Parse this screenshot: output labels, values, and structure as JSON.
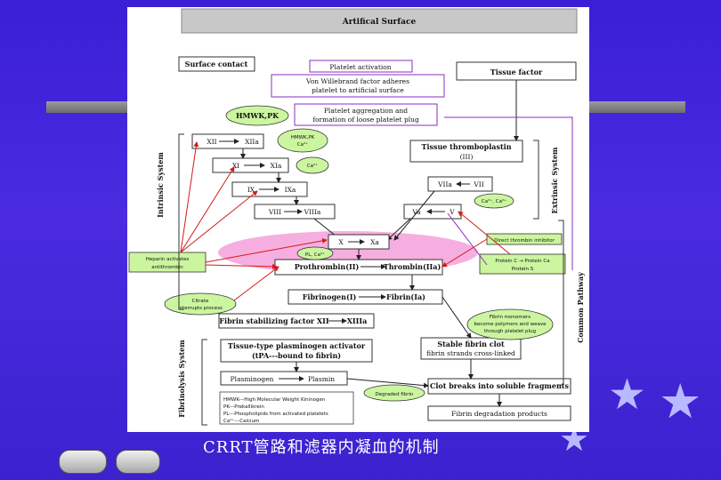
{
  "caption": "CRRT管路和滤器内凝血的机制",
  "diagram": {
    "title": "Artifical Surface",
    "surface_contact": "Surface contact",
    "platelet_activation": "Platelet activation",
    "vwf_1": "Von Willebrand factor adheres",
    "vwf_2": "platelet to artificial surface",
    "agg_1": "Platelet aggregation and",
    "agg_2": "formation of loose platelet plug",
    "tissue_factor": "Tissue factor",
    "hmwk_pk": "HMWK,PK",
    "hmwk_ca_1": "HMWK,PK",
    "hmwk_ca_2": "Ca²⁺",
    "ca_1": "Ca²⁺",
    "xii": "XII",
    "xiia": "XIIa",
    "xi": "XI",
    "xia": "XIa",
    "ix": "IX",
    "ixa": "IXa",
    "viii": "VIII",
    "viiia": "VIIIa",
    "tissue_thromboplastin_1": "Tissue thromboplastin",
    "tissue_thromboplastin_2": "(III)",
    "viia": "VIIa",
    "vii": "VII",
    "ca_ext": "Ca²⁺, Ca²⁺",
    "va": "Va",
    "v": "V",
    "x": "X",
    "xa": "Xa",
    "pl_ca": "PL, Ca²⁺",
    "prothrombin": "Prothrombin(II)",
    "thrombin": "Thrombin(IIa)",
    "fibrinogen": "Fibrinogen(I)",
    "fibrin": "Fibrin(Ia)",
    "fsf": "Fibrin stabilizing factor XII",
    "xiiia": "XIIIa",
    "tpa_1": "Tissue-type plasminogen activator",
    "tpa_2": "(tPA---bound to fibrin)",
    "plasminogen": "Plasminogen",
    "plasmin": "Plasmin",
    "stable_1": "Stable fibrin clot",
    "stable_2": "fibrin strands cross-linked",
    "degraded_fibrin": "Degraded fibrin",
    "clot_breaks": "Clot breaks into soluble fragments",
    "fdp": "Fibrin degradation products",
    "heparin_1": "Heparin activates",
    "heparin_2": "antithrombin",
    "citrate_1": "Citrate",
    "citrate_2": "interrupts process",
    "protein_c_1": "Protein C → Protein Ca",
    "protein_c_2": "Protein S",
    "trans_1": "Fibrin monomers",
    "trans_2": "become polymers and weave",
    "trans_3": "through platelet plug",
    "thrombin_inhib": "Direct thrombin inhibitor",
    "legend_1": "HMWK---High Molecular Weight Kininogen",
    "legend_2": "PK---Prekallikrein",
    "legend_3": "PL---Phospholipids from activated platelets",
    "legend_4": "Ca²⁺---Calcium",
    "intrinsic": "Intrinsic System",
    "extrinsic": "Extrinsic System",
    "common": "Common Pathway",
    "fibrinolysis": "Fibrinolysis System"
  },
  "colors": {
    "background": "#3a1fd6",
    "accent_red": "#d21a1a",
    "accent_purple": "#8a2fbf",
    "highlight_pink": "#f08fd0",
    "bubble_green": "#ccf5a0"
  },
  "icons": [
    "star-icon",
    "star-icon",
    "star-icon"
  ]
}
